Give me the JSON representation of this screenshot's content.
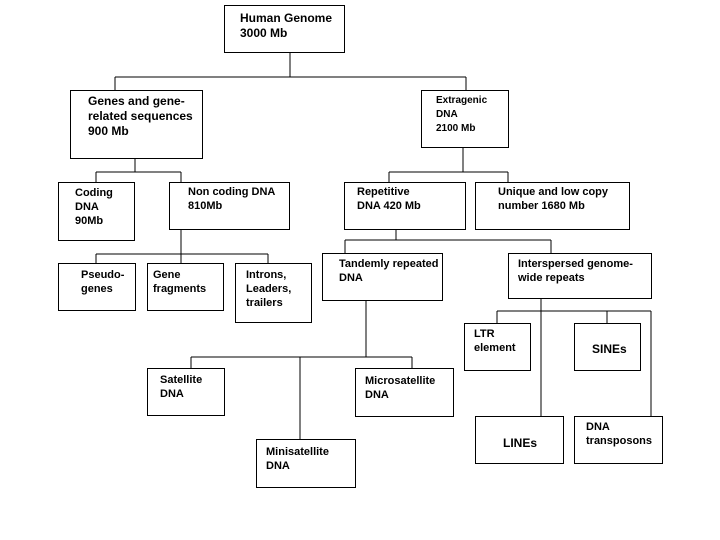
{
  "nodes": {
    "human_genome": "Human Genome\n3000 Mb",
    "genes": "Genes and gene-\nrelated sequences\n900 Mb",
    "extragenic": "Extragenic\nDNA\n2100 Mb",
    "coding": "Coding\nDNA\n90Mb",
    "noncoding": "Non coding DNA\n810Mb",
    "repetitive": "Repetitive\nDNA 420 Mb",
    "unique": "Unique and low copy\nnumber 1680 Mb",
    "pseudogenes": "Pseudo-\ngenes",
    "gene_fragments": "Gene\nfragments",
    "introns": "Introns,\nLeaders,\ntrailers",
    "tandem": "Tandemly repeated\nDNA",
    "interspersed": "Interspersed genome-\nwide repeats",
    "ltr": "LTR\nelement",
    "sines": "SINEs",
    "satellite": "Satellite\nDNA",
    "microsatellite": "Microsatellite\nDNA",
    "lines": "LINEs",
    "transposons": "DNA\ntransposons",
    "minisatellite": "Minisatellite\nDNA"
  }
}
